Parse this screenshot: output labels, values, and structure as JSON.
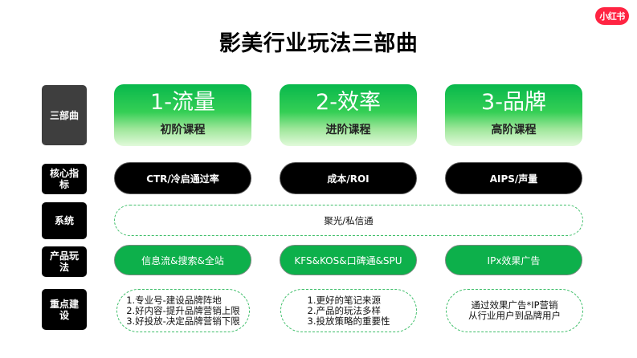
{
  "brand": {
    "logo_text": "小红书",
    "logo_color": "#ff2442"
  },
  "title": "影美行业玩法三部曲",
  "rows": {
    "stages": "三部曲",
    "metrics": "核心指标",
    "system": "系统",
    "product": "产品玩法",
    "focus": "重点建设"
  },
  "stages": [
    {
      "big": "1-流量",
      "sub": "初阶课程"
    },
    {
      "big": "2-效率",
      "sub": "进阶课程"
    },
    {
      "big": "3-品牌",
      "sub": "高阶课程"
    }
  ],
  "metrics": [
    "CTR/冷启通过率",
    "成本/ROI",
    "AIPS/声量"
  ],
  "system": "聚光/私信通",
  "products": [
    "信息流&搜索&全站",
    "KFS&KOS&口碑通&SPU",
    "IPx效果广告"
  ],
  "focus": [
    {
      "lines": [
        "1.专业号-建设品牌阵地",
        "2.好内容-提升品牌营销上限",
        "3.好投放-决定品牌营销下限"
      ]
    },
    {
      "lines": [
        "1.更好的笔记来源",
        "2.产品的玩法多样",
        "3.投放策略的重要性"
      ]
    },
    {
      "lines": [
        "通过效果广告*IP营销",
        "从行业用户到品牌用户"
      ]
    }
  ],
  "colors": {
    "green": "#0db04b",
    "gradient_top": "#08b84c",
    "gradient_bottom": "#e2fadb",
    "dashed": "#3fbf6a",
    "label_dark": "#3e3e3e",
    "black": "#000000"
  }
}
